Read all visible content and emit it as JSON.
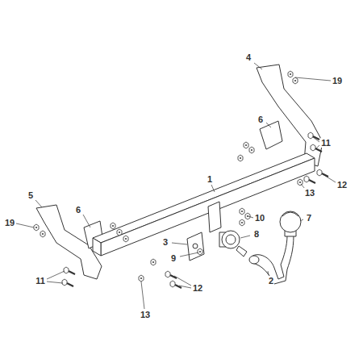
{
  "diagram": {
    "labels": [
      "4",
      "19",
      "6",
      "11",
      "12",
      "1",
      "13",
      "5",
      "19",
      "6",
      "10",
      "8",
      "7",
      "3",
      "9",
      "11",
      "12",
      "2",
      "13"
    ]
  }
}
